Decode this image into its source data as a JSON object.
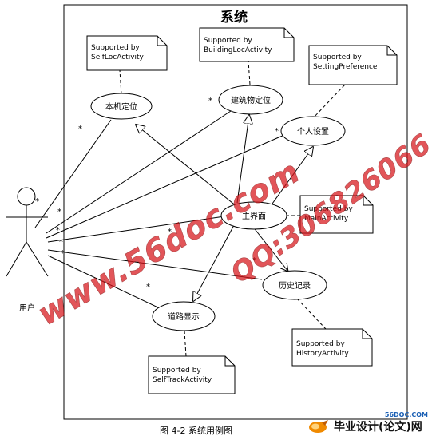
{
  "system": {
    "title": "系统"
  },
  "actor": {
    "label": "用户"
  },
  "use_cases": {
    "self_loc": "本机定位",
    "building_loc": "建筑物定位",
    "settings": "个人设置",
    "main": "主界面",
    "history": "历史记录",
    "route": "道路显示"
  },
  "notes": {
    "self_loc": {
      "line1": "Supported by",
      "line2": "SelfLocActivity"
    },
    "building_loc": {
      "line1": "Supported by",
      "line2": "BuildingLocActivity"
    },
    "settings": {
      "line1": "Supported by",
      "line2": "SettingPreference"
    },
    "main": {
      "line1": "Supported by",
      "line2": "MainActivity"
    },
    "history": {
      "line1": "Supported by",
      "line2": "HistoryActivity"
    },
    "route": {
      "line1": "Supported by",
      "line2": "SelfTrackActivity"
    }
  },
  "multiplicity": "*",
  "caption": "图 4-2  系统用例图",
  "watermarks": {
    "url": "www.56doc.com",
    "qq": "QQ:306826066"
  },
  "brand": {
    "site": "56DOC.COM",
    "name": "毕业设计(论文)网"
  },
  "colors": {
    "line": "#000000",
    "watermark": "#d8141a",
    "brand_blue": "#1a5fb4",
    "logo_orange": "#f08a00"
  }
}
